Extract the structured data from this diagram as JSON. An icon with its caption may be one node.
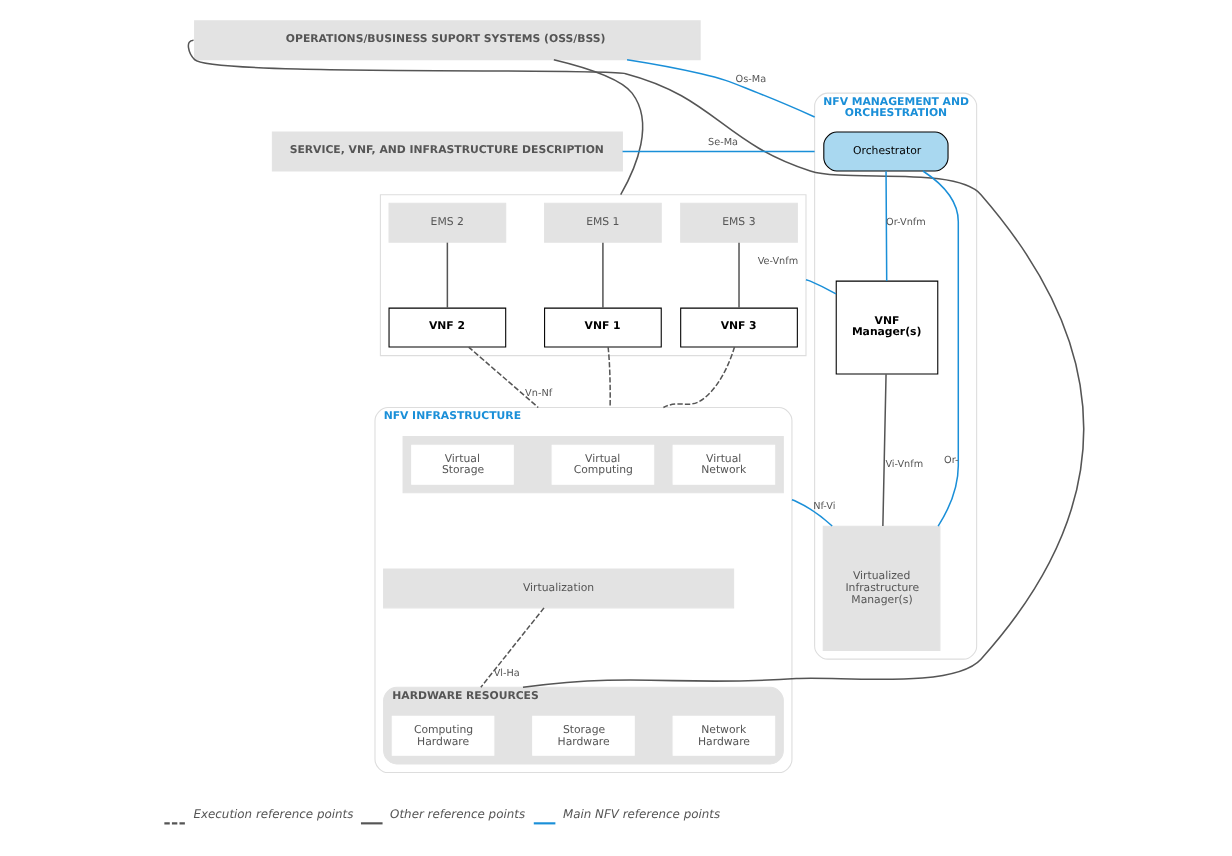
{
  "diagram": {
    "nodes": [
      {
        "text": [
          "OPERATIONS/BUSINESS SUPORT SYSTEMS (OSS/BSS)"
        ]
      },
      {
        "text": [
          "SERVICE, VNF, AND INFRASTRUCTURE DESCRIPTION"
        ]
      },
      {
        "text": [],
        "shape": "box"
      },
      {
        "text": [
          "EMS 1"
        ],
        "in": 2
      },
      {
        "text": [
          "EMS 2"
        ],
        "in": 2
      },
      {
        "text": [
          "EMS 3"
        ],
        "in": 2
      },
      {
        "text": [
          "VNF 1"
        ],
        "in": 2
      },
      {
        "text": [
          "VNF 2"
        ],
        "in": 2
      },
      {
        "text": [
          "VNF 3"
        ],
        "in": 2
      },
      {
        "text": [
          "NFV INFRASTRUCTURE"
        ]
      },
      {
        "text": [],
        "shape": "box",
        "in": 9
      },
      {
        "text": [
          "Virtual Computing"
        ],
        "in": 10
      },
      {
        "text": [
          "Virtual Storage"
        ],
        "in": 10
      },
      {
        "text": [
          "Virtual Network"
        ],
        "in": 10
      },
      {
        "text": [
          "Virtualization"
        ],
        "in": 9
      },
      {
        "text": [
          "HARDWARE RESOURCES"
        ],
        "in": 9
      },
      {
        "text": [
          "Computing Hardware"
        ],
        "in": 15
      },
      {
        "text": [
          "Storage Hardware"
        ],
        "in": 15
      },
      {
        "text": [
          "Network Hardware"
        ],
        "in": 15
      },
      {
        "text": [
          "NFV MANAGEMENT AND ORCHESTRATION"
        ]
      },
      {
        "text": [
          "Orchestrator"
        ],
        "in": 19
      },
      {
        "text": [
          "VNF Manager(s)"
        ],
        "in": 19
      },
      {
        "text": [
          "Virtualized Infrastructure Manager(s)"
        ],
        "in": 19
      }
    ],
    "edges": [
      {
        "from": 0,
        "to": 2,
        "arrow": "none"
      },
      {
        "from": 0,
        "to": 15,
        "arrow": "none"
      },
      {
        "from": 0,
        "to": 19,
        "arrow": "none",
        "label": "Os-Ma",
        "color": "#1a8fd8"
      },
      {
        "from": 1,
        "to": 19,
        "arrow": "none",
        "label": "Se-Ma",
        "color": "#1a8fd8"
      },
      {
        "from": 3,
        "to": 6,
        "arrow": "none"
      },
      {
        "from": 4,
        "to": 7,
        "arrow": "none"
      },
      {
        "from": 5,
        "to": 8,
        "arrow": "none"
      },
      {
        "from": 6,
        "to": 9,
        "arrow": "none",
        "style": "dashed"
      },
      {
        "from": 7,
        "to": 9,
        "arrow": "none",
        "style": "dashed",
        "label": "Vn-Nf"
      },
      {
        "from": 8,
        "to": 9,
        "arrow": "none",
        "style": "dashed"
      },
      {
        "from": 14,
        "to": 15,
        "arrow": "none",
        "style": "dashed",
        "label": "Vl-Ha"
      },
      {
        "from": 20,
        "to": 21,
        "arrow": "none",
        "label": "Or-Vnfm",
        "color": "#1a8fd8"
      },
      {
        "from": 2,
        "to": 21,
        "arrow": "none",
        "label": "Ve-Vnfm",
        "color": "#1a8fd8"
      },
      {
        "from": 21,
        "to": 22,
        "arrow": "none",
        "label": "Vi-Vnfm"
      },
      {
        "from": 9,
        "to": 22,
        "arrow": "none",
        "label": "Nf-Vi",
        "color": "#1a8fd8"
      },
      {
        "from": 20,
        "to": 22,
        "arrow": "none",
        "label": "Or-",
        "color": "#1a8fd8"
      }
    ],
    "legend": [
      {
        "text": "Execution reference points"
      },
      {
        "text": "Other reference points"
      },
      {
        "text": "Main NFV reference points"
      }
    ]
  }
}
